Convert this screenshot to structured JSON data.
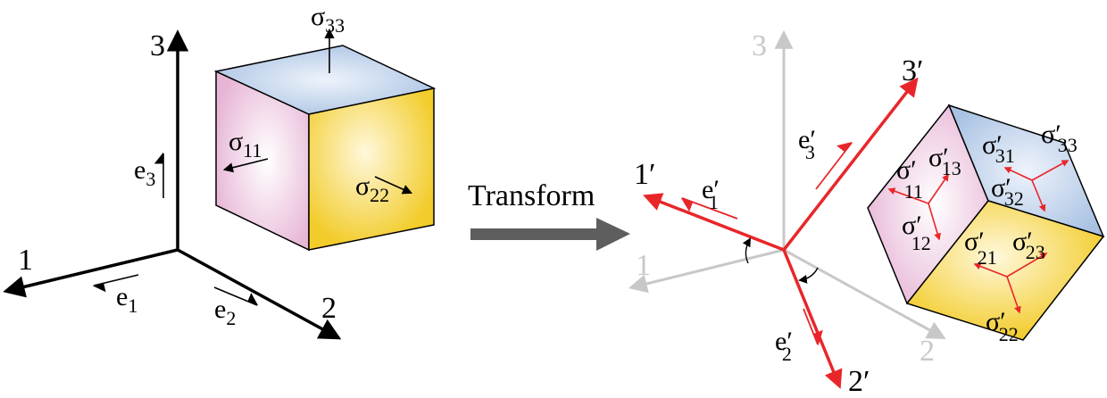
{
  "colors": {
    "axis_black": "#000000",
    "axis_gray": "#c8c8c8",
    "axis_red": "#e8262a",
    "arrow_gray": "#5e5e5e",
    "face_pink": "#e7b6d6",
    "face_blue": "#a9c2e3",
    "face_yellow": "#f2cc2a"
  },
  "left": {
    "axes": {
      "a1": "1",
      "a2": "2",
      "a3": "3"
    },
    "unit_vectors": {
      "e1": {
        "base": "e",
        "sub": "1"
      },
      "e2": {
        "base": "e",
        "sub": "2"
      },
      "e3": {
        "base": "e",
        "sub": "3"
      }
    },
    "stresses": {
      "s11": {
        "base": "σ",
        "sub": "11"
      },
      "s22": {
        "base": "σ",
        "sub": "22"
      },
      "s33": {
        "base": "σ",
        "sub": "33"
      }
    }
  },
  "transform_label": "Transform",
  "right": {
    "old_axes": {
      "a1": "1",
      "a2": "2",
      "a3": "3"
    },
    "new_axes": {
      "a1": "1′",
      "a2": "2′",
      "a3": "3′"
    },
    "unit_vectors": {
      "e1": {
        "base": "e′",
        "sub": "1"
      },
      "e2": {
        "base": "e′",
        "sub": "2"
      },
      "e3": {
        "base": "e′",
        "sub": "3"
      }
    },
    "stresses": {
      "s11": {
        "base": "σ′",
        "sub": "11"
      },
      "s12": {
        "base": "σ′",
        "sub": "12"
      },
      "s13": {
        "base": "σ′",
        "sub": "13"
      },
      "s21": {
        "base": "σ′",
        "sub": "21"
      },
      "s22": {
        "base": "σ′",
        "sub": "22"
      },
      "s23": {
        "base": "σ′",
        "sub": "23"
      },
      "s31": {
        "base": "σ′",
        "sub": "31"
      },
      "s32": {
        "base": "σ′",
        "sub": "32"
      },
      "s33": {
        "base": "σ′",
        "sub": "33"
      }
    }
  }
}
